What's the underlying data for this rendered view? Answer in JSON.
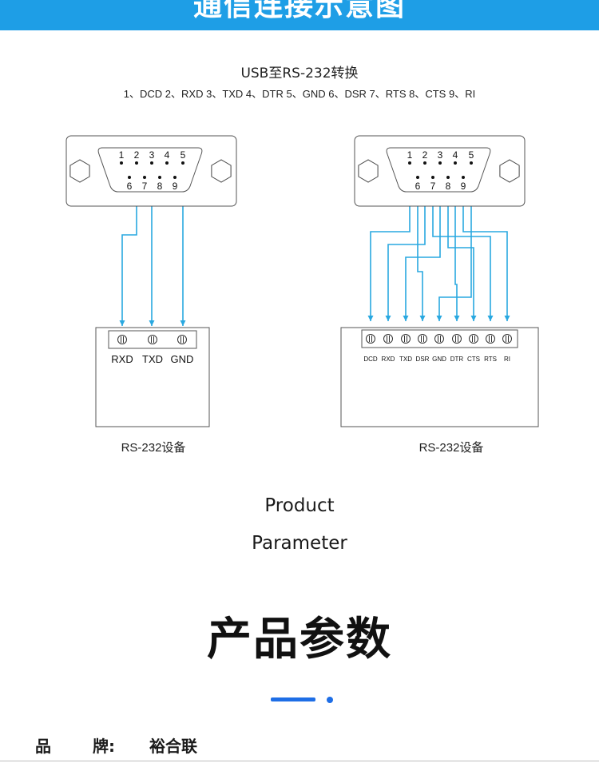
{
  "banner": {
    "title": "通信连接示意图"
  },
  "diagram": {
    "title": "USB至RS-232转换",
    "legend": "1、DCD 2、RXD 3、TXD 4、DTR 5、GND 6、DSR 7、RTS 8、CTS 9、RI",
    "connector_pins_top": [
      "1",
      "2",
      "3",
      "4",
      "5"
    ],
    "connector_pins_bottom": [
      "6",
      "7",
      "8",
      "9"
    ],
    "left_device": {
      "terminal_labels": [
        "RXD",
        "TXD",
        "GND"
      ],
      "caption": "RS-232设备"
    },
    "right_device": {
      "terminal_labels": [
        "DCD",
        "RXD",
        "TXD",
        "DSR",
        "GND",
        "DTR",
        "CTS",
        "RTS",
        "RI"
      ],
      "caption": "RS-232设备"
    },
    "wire_color": "#29a8e0"
  },
  "section": {
    "english_line1": "Product",
    "english_line2": "Parameter",
    "chinese_title": "产品参数",
    "accent_color": "#1e6ee6"
  },
  "params": {
    "brand_label_part1": "品",
    "brand_label_part2": "牌:",
    "brand_value": "裕合联"
  }
}
